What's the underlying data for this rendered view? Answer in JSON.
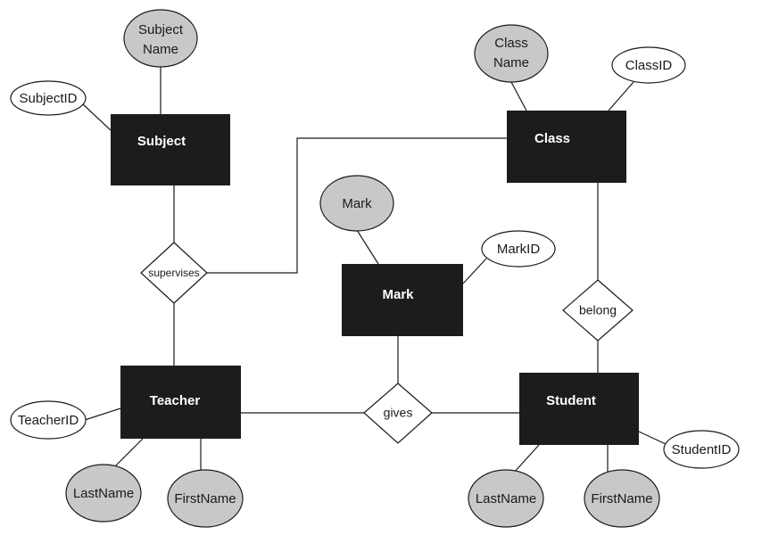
{
  "colors": {
    "entity_fill": "#1c1c1c",
    "entity_text": "#ffffff",
    "key_attribute_fill": "#ffffff",
    "descriptive_attribute_fill": "#c8c8c8",
    "line": "#1a1a1a"
  },
  "entities": {
    "subject": "Subject",
    "class": "Class",
    "mark": "Mark",
    "teacher": "Teacher",
    "student": "Student"
  },
  "relationships": {
    "supervises": "supervises",
    "belong": "belong",
    "gives": "gives"
  },
  "attributes": {
    "subject_name_1": "Subject",
    "subject_name_2": "Name",
    "subject_id": "SubjectID",
    "class_name_1": "Class",
    "class_name_2": "Name",
    "class_id": "ClassID",
    "mark_value": "Mark",
    "mark_id": "MarkID",
    "teacher_id": "TeacherID",
    "teacher_lastname": "LastName",
    "teacher_firstname": "FirstName",
    "student_id": "StudentID",
    "student_lastname": "LastName",
    "student_firstname": "FirstName"
  }
}
